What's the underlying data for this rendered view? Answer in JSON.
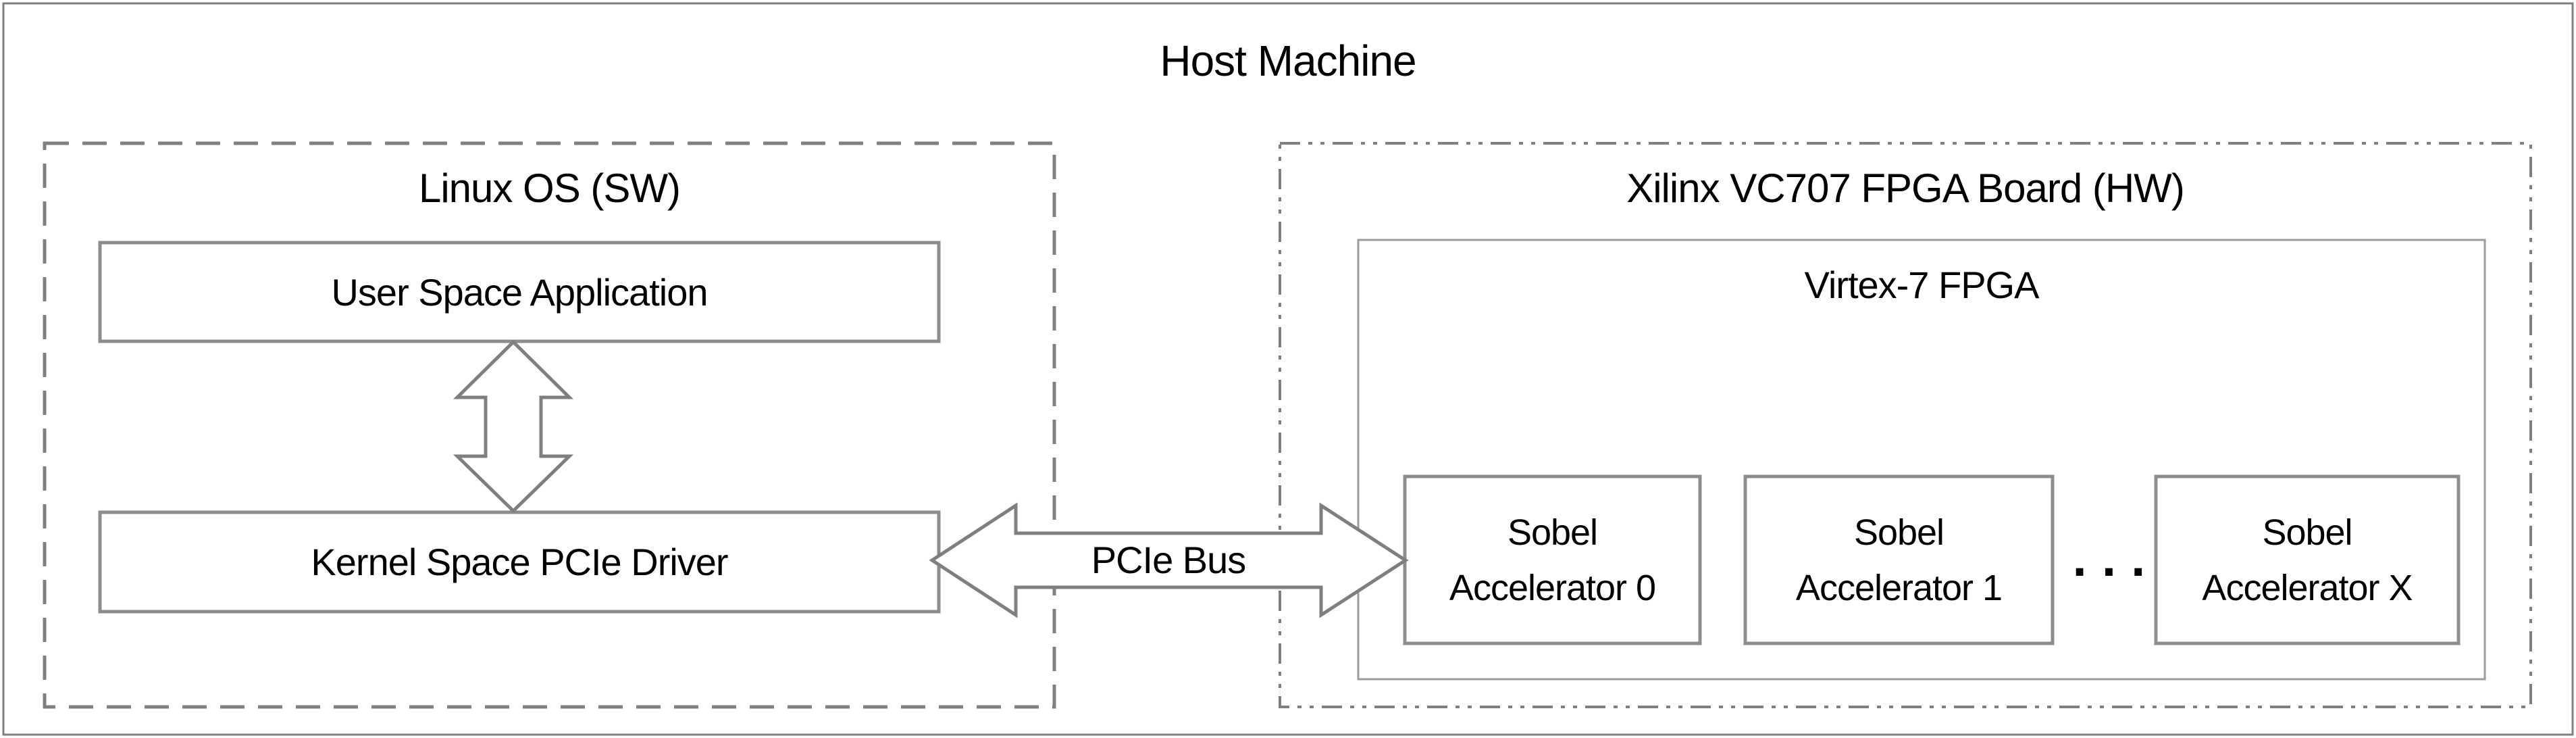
{
  "host": {
    "title": "Host Machine"
  },
  "software": {
    "title": "Linux OS (SW)",
    "user_space_app_label": "User Space Application",
    "kernel_driver_label": "Kernel Space PCIe Driver"
  },
  "bus": {
    "label": "PCIe Bus"
  },
  "hardware": {
    "title": "Xilinx VC707 FPGA Board (HW)",
    "chip_label": "Virtex-7 FPGA",
    "accelerators": [
      {
        "line1": "Sobel",
        "line2": "Accelerator 0"
      },
      {
        "line1": "Sobel",
        "line2": "Accelerator 1"
      },
      {
        "line1": "Sobel",
        "line2": "Accelerator X"
      }
    ],
    "ellipsis": "···"
  },
  "theme": {
    "line_color": "#7f7f7f",
    "box_border_color": "#8c8c8c",
    "thin_border_color": "#9b9b9b",
    "text_color": "#000000",
    "background_color": "#ffffff"
  }
}
